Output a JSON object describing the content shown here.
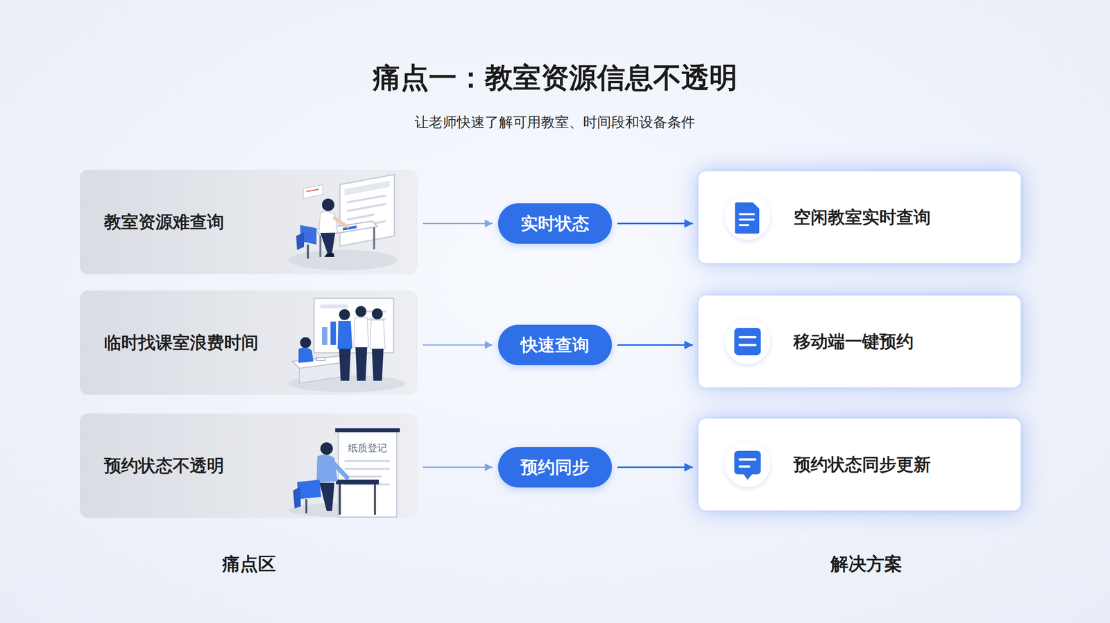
{
  "diagram": {
    "title": "痛点一：教室资源信息不透明",
    "caption": "让老师快速了解可用教室、时间段和设备条件",
    "nodes": [
      {
        "text": [
          "教室资源难查询"
        ]
      },
      {
        "text": [
          "实时状态"
        ]
      },
      {
        "text": [
          "空闲教室实时查询"
        ]
      },
      {
        "text": [
          "临时找课室浪费时间"
        ]
      },
      {
        "text": [
          "快速查询"
        ]
      },
      {
        "text": [
          "移动端一键预约"
        ]
      },
      {
        "text": [
          "预约状态不透明"
        ]
      },
      {
        "text": [
          "预约同步"
        ]
      },
      {
        "text": [
          "预约状态同步更新"
        ]
      }
    ],
    "edges": [
      {
        "from": 0,
        "to": 1,
        "arrow": "to"
      },
      {
        "from": 1,
        "to": 2,
        "arrow": "to"
      },
      {
        "from": 3,
        "to": 4,
        "arrow": "to"
      },
      {
        "from": 4,
        "to": 5,
        "arrow": "to"
      },
      {
        "from": 6,
        "to": 7,
        "arrow": "to"
      },
      {
        "from": 7,
        "to": 8,
        "arrow": "to"
      }
    ],
    "labels": [
      "痛点区",
      "解决方案",
      "纸质登记"
    ]
  }
}
